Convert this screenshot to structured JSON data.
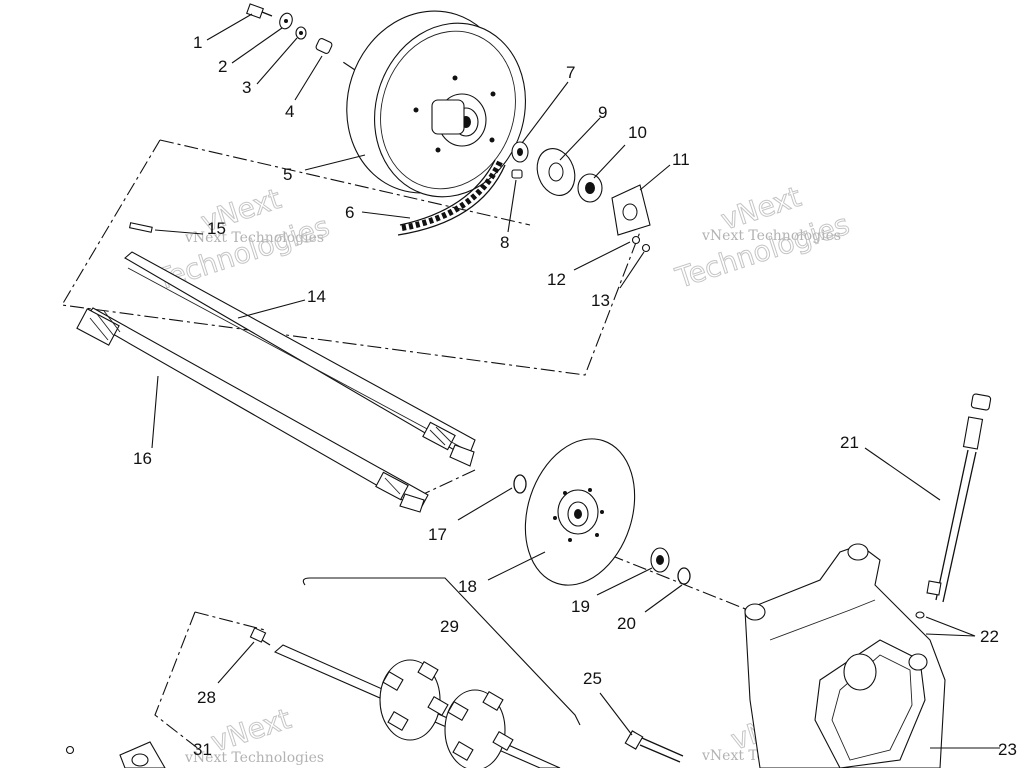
{
  "callouts": {
    "c1": "1",
    "c2": "2",
    "c3": "3",
    "c4": "4",
    "c5": "5",
    "c6": "6",
    "c7": "7",
    "c8": "8",
    "c9": "9",
    "c10": "10",
    "c11": "11",
    "c12": "12",
    "c13": "13",
    "c14": "14",
    "c15": "15",
    "c16": "16",
    "c17": "17",
    "c18": "18",
    "c19": "19",
    "c20": "20",
    "c21": "21",
    "c22": "22",
    "c23": "23",
    "c25": "25",
    "c28": "28",
    "c29": "29",
    "c31": "31"
  },
  "watermark": {
    "brand": "vNext",
    "company": "Technologies",
    "full": "vNext Technologies"
  }
}
